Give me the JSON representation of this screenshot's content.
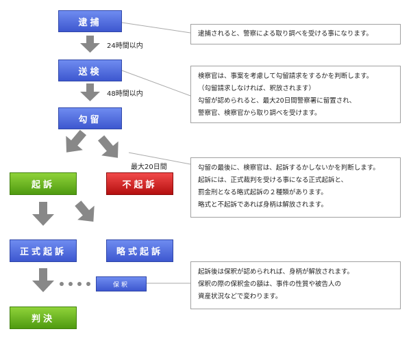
{
  "steps": {
    "taiho": "逮捕",
    "soken": "送検",
    "koryu": "勾留",
    "kiso": "起訴",
    "fukiso": "不起訴",
    "seishiki": "正式起訴",
    "ryakushiki": "略式起訴",
    "hanketsu": "判決",
    "hoshaku": "保釈"
  },
  "labels": {
    "h24": "24時間以内",
    "h48": "48時間以内",
    "d20": "最大20日間"
  },
  "notes": {
    "n1": [
      "逮捕されると、警察による取り調べを受ける事になります。"
    ],
    "n2": [
      "検察官は、事案を考慮して勾留請求をするかを判断します。",
      "（勾留請求しなければ、釈放されます）",
      "勾留が認められると、最大20日間警察署に留置され、",
      "警察官、検察官から取り調べを受けます。"
    ],
    "n3": [
      "勾留の最後に、検察官は、起訴するかしないかを判断します。",
      "起訴には、正式裁判を受ける事になる正式起訴と、",
      "罰金刑となる略式起訴の２種類があります。",
      "略式と不起訴であれば身柄は解放されます。"
    ],
    "n4": [
      "起訴後は保釈が認められれば、身柄が解放されます。",
      "保釈の際の保釈金の額は、事件の性質や被告人の",
      "資産状況などで変わります。"
    ]
  },
  "colors": {
    "arrow": "#888888",
    "line": "#aaaaaa"
  }
}
